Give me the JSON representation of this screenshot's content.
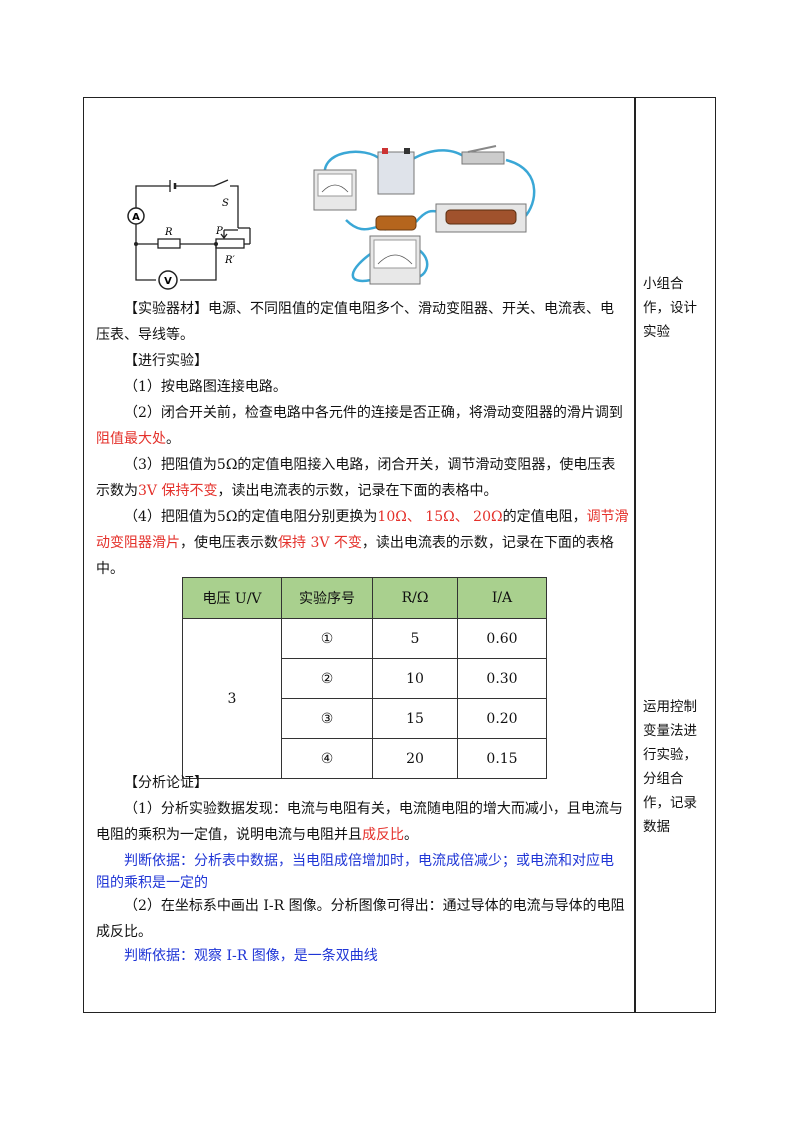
{
  "circuit": {
    "switch_label": "S",
    "resistor_label": "R",
    "slider_label": "P",
    "rheostat_label": "R′",
    "ammeter": "A",
    "voltmeter": "V"
  },
  "side_notes": {
    "note1": [
      "小组合",
      "作，设计",
      "实验"
    ],
    "note2": [
      "运用控制",
      "变量法进",
      "行实验，",
      "分组合",
      "作，记录",
      "数据"
    ]
  },
  "text": {
    "materials_head": "【实验器材】",
    "materials_body_1": "电源、不同阻值的定值电阻多个、滑动变阻器、开关、电流表、电",
    "materials_body_2": "压表、导线等。",
    "procedure_head": "【进行实验】",
    "step1": "（1）按电路图连接电路。",
    "step2_a": "（2）闭合开关前，检查电路中各元件的连接是否正确，将滑动变阻器的滑片调到",
    "step2_red": "阻值最大处",
    "step2_end": "。",
    "step3_a": "（3）把阻值为5Ω的定值电阻接入电路，闭合开关，调节滑动变阻器，使电压表",
    "step3_b1": "示数为",
    "step3_red": "3V 保持不变",
    "step3_b2": "，读出电流表的示数，记录在下面的表格中。",
    "step4_a1": "（4）把阻值为5Ω的定值电阻分别更换为",
    "step4_red1": "10Ω、 15Ω、 20Ω",
    "step4_a2": "的定值电阻，",
    "step4_red2a": "调节滑",
    "step4_red2b": "动变阻器滑片",
    "step4_b1": "，使电压表示数",
    "step4_red3": "保持 3V 不变",
    "step4_b2": "，读出电流表的示数，记录在下面的表格",
    "step4_c": "中。",
    "analysis_head": "【分析论证】",
    "an1_a": "（1）分析实验数据发现：电流与电阻有关，电流随电阻的增大而减小，且电流与",
    "an1_b1": "电阻的乘积为一定值，说明电流与电阻并且",
    "an1_red": "成反比",
    "an1_b2": "。",
    "basis1_a": "判断依据：分析表中数据，当电阻成倍增加时，电流成倍减少；或电流和对应电",
    "basis1_b": "阻的乘积是一定的",
    "an2_a": "（2）在坐标系中画出 I-R 图像。分析图像可得出：通过导体的电流与导体的电阻",
    "an2_b": "成反比。",
    "basis2": "判断依据：观察 I-R 图像，是一条双曲线"
  },
  "table": {
    "headers": [
      "电压 U/V",
      "实验序号",
      "R/Ω",
      "I/A"
    ],
    "voltage": "3",
    "rows": [
      {
        "seq": "①",
        "r": "5",
        "i": "0.60"
      },
      {
        "seq": "②",
        "r": "10",
        "i": "0.30"
      },
      {
        "seq": "③",
        "r": "15",
        "i": "0.20"
      },
      {
        "seq": "④",
        "r": "20",
        "i": "0.15"
      }
    ]
  },
  "colors": {
    "red": "#e4312b",
    "blue": "#1f35d6",
    "table_header": "#a9d08e"
  }
}
